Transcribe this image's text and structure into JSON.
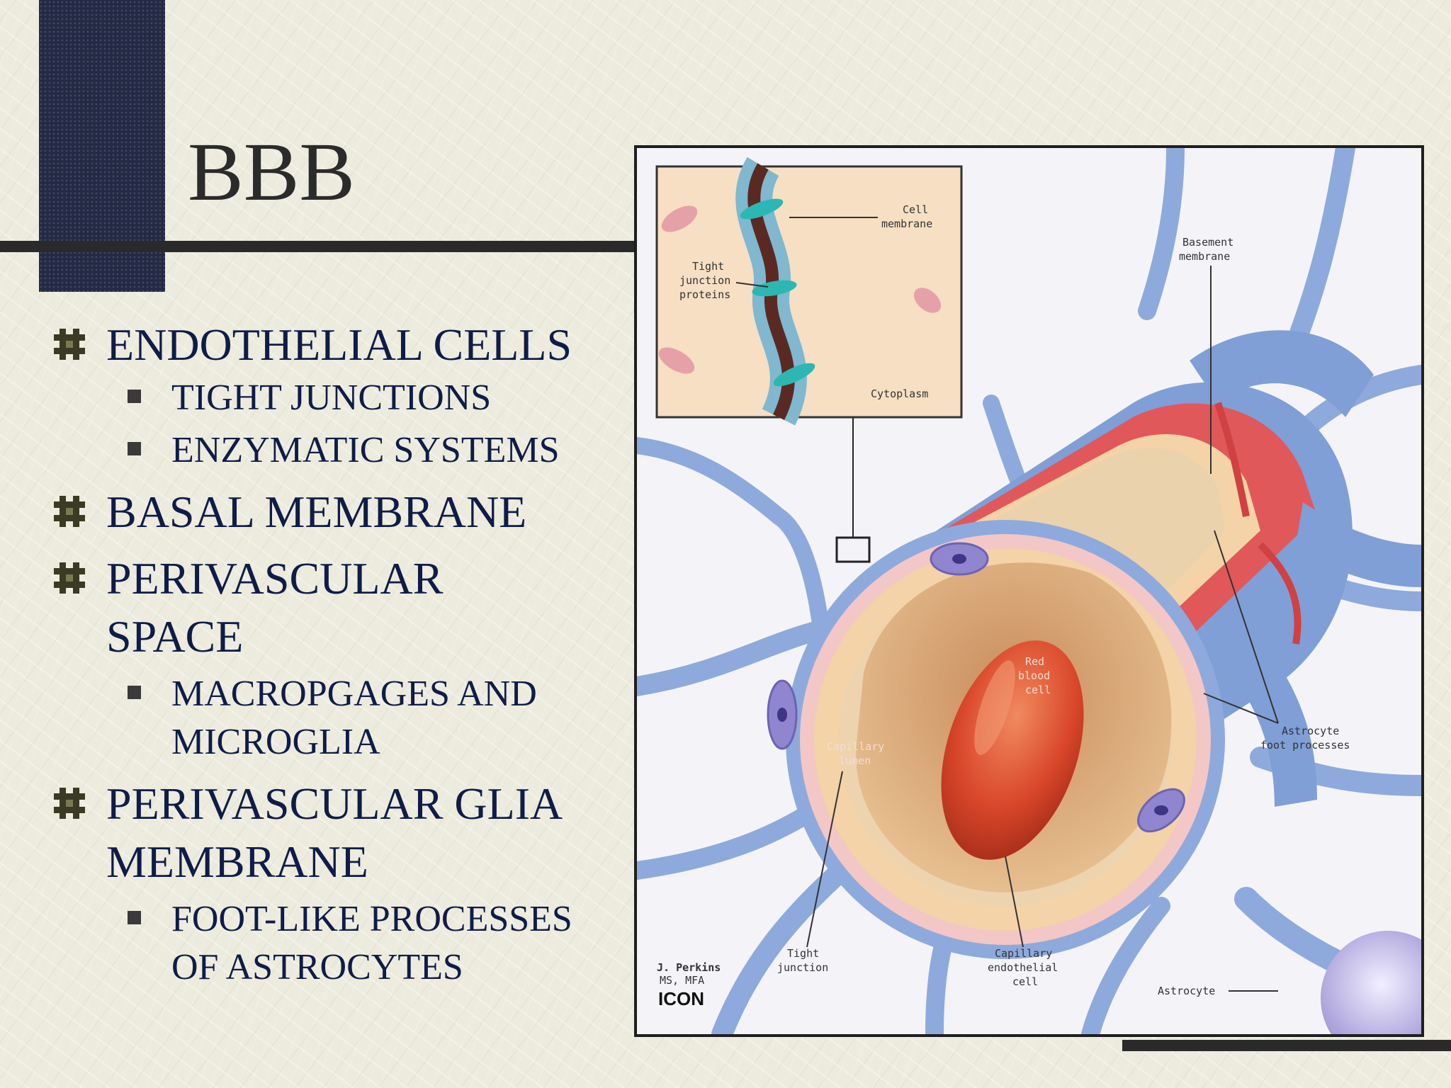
{
  "slide": {
    "title": "BBB"
  },
  "bullets": {
    "l1_1": "ENDOTHELIAL CELLS",
    "l2_1": "TIGHT JUNCTIONS",
    "l2_2": "ENZYMATIC SYSTEMS",
    "l1_2": "BASAL MEMBRANE",
    "l1_3a": "PERIVASCULAR",
    "l1_3b": "SPACE",
    "l2_3a": "MACROPGAGES AND",
    "l2_3b": "MICROGLIA",
    "l1_4a": "PERIVASCULAR GLIA",
    "l1_4b": "MEMBRANE",
    "l2_4a": "FOOT-LIKE PROCESSES",
    "l2_4b": "OF ASTROCYTES"
  },
  "diagram": {
    "inset_labels": {
      "cell_membrane_1": "Cell",
      "cell_membrane_2": "membrane",
      "tight_junction_1": "Tight",
      "tight_junction_2": "junction",
      "tight_junction_3": "proteins",
      "cytoplasm": "Cytoplasm"
    },
    "labels": {
      "basement_1": "Basement",
      "basement_2": "membrane",
      "rbc_1": "Red",
      "rbc_2": "blood",
      "rbc_3": "cell",
      "lumen_1": "Capillary",
      "lumen_2": "lumen",
      "astro_foot_1": "Astrocyte",
      "astro_foot_2": "foot processes",
      "tight_j_1": "Tight",
      "tight_j_2": "junction",
      "endo_1": "Capillary",
      "endo_2": "endothelial",
      "endo_3": "cell",
      "astrocyte": "Astrocyte",
      "credit_1": "J. Perkins",
      "credit_2": "MS, MFA",
      "credit_3": "ICON"
    },
    "colors": {
      "astrocyte_blue": "#7f9fd6",
      "vessel_red": "#e0585a",
      "rbc": "#d9462a",
      "endothelium": "#f3d3a7",
      "inset_bg": "#f6dfc3",
      "junction_teal": "#2cb7b2"
    }
  },
  "icons": {
    "level1_bullet": "hash-bullet-icon",
    "level2_bullet": "square-bullet-icon"
  }
}
